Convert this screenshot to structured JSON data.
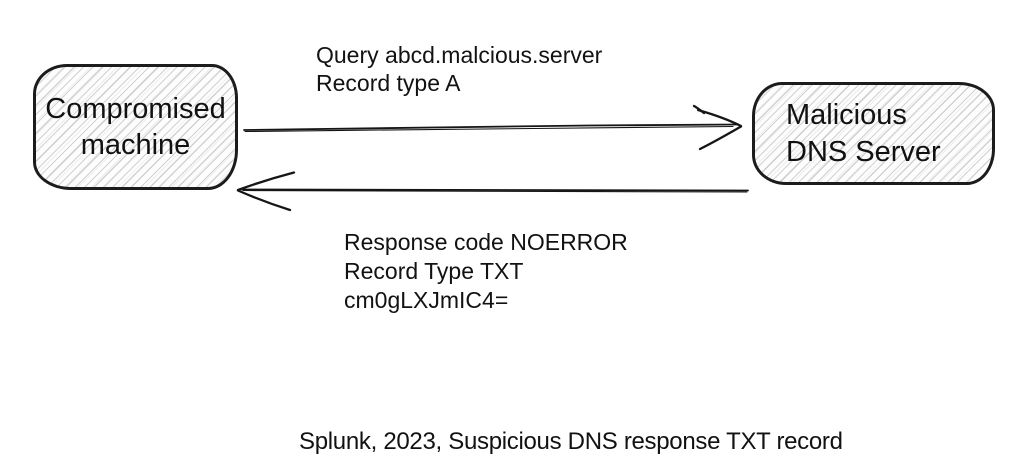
{
  "diagram": {
    "nodes": {
      "compromised_machine": {
        "label": "Compromised\nmachine"
      },
      "malicious_dns_server": {
        "label": "Malicious\nDNS Server"
      }
    },
    "flows": {
      "query": {
        "label": "Query abcd.malcious.server\nRecord type A",
        "direction": "right"
      },
      "response": {
        "label": "Response code NOERROR\nRecord Type TXT\ncm0gLXJmIC4=",
        "direction": "left"
      }
    },
    "caption": "Splunk, 2023, Suspicious DNS response TXT record",
    "colors": {
      "ink": "#161616",
      "hatch": "#cfcfcf",
      "background": "#ffffff"
    }
  }
}
